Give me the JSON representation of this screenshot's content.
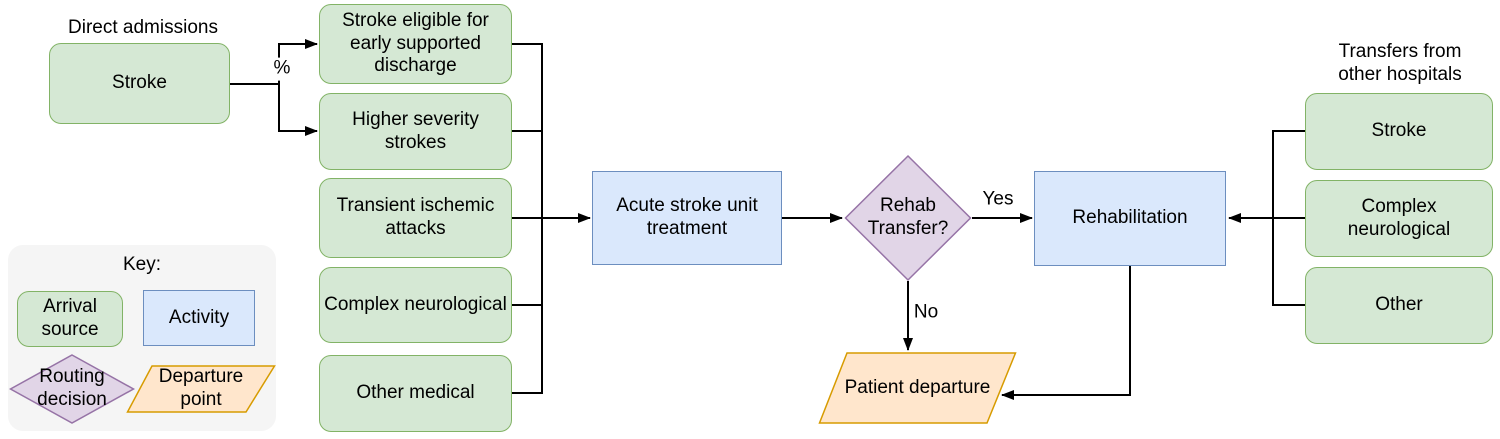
{
  "colors": {
    "arrival-fill": "#d5e8d4",
    "arrival-stroke": "#82b366",
    "activity-fill": "#dae8fc",
    "activity-stroke": "#6c8ebf",
    "decision-fill": "#e1d5e7",
    "decision-stroke": "#9673a6",
    "departure-fill": "#ffe6cc",
    "departure-stroke": "#d79b00",
    "key-bg": "#f5f5f5",
    "connector": "#000000",
    "text": "#000000",
    "canvas-bg": "#ffffff"
  },
  "diagram": {
    "labels": {
      "direct_admissions": "Direct admissions",
      "transfers_from": "Transfers from\nother hospitals",
      "percent": "%",
      "yes": "Yes",
      "no": "No"
    },
    "nodes": {
      "stroke_direct": "Stroke",
      "early_supported_discharge": "Stroke eligible for\nearly supported\ndischarge",
      "higher_severity": "Higher severity\nstrokes",
      "transient_ischemic": "Transient ischemic\nattacks",
      "complex_neurological": "Complex neurological",
      "other_medical": "Other medical",
      "acute_stroke_unit": "Acute stroke unit\ntreatment",
      "rehab_decision": "Rehab\nTransfer?",
      "rehabilitation": "Rehabilitation",
      "patient_departure": "Patient departure",
      "stroke_transfer": "Stroke",
      "complex_neurological_transfer": "Complex neurological",
      "other_transfer": "Other"
    }
  },
  "key": {
    "title": "Key:",
    "arrival_source": "Arrival\nsource",
    "activity": "Activity",
    "routing_decision": "Routing\ndecision",
    "departure_point": "Departure\npoint"
  }
}
